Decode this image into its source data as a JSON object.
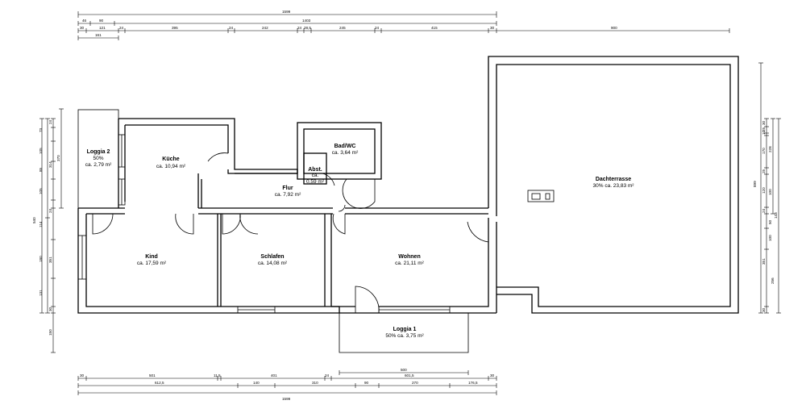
{
  "rooms": {
    "loggia2": {
      "name": "Loggia 2",
      "line1": "50%",
      "line2": "ca. 2,79 m²"
    },
    "kueche": {
      "name": "Küche",
      "area": "ca. 10,94 m²"
    },
    "flur": {
      "name": "Flur",
      "area": "ca. 7,92 m²"
    },
    "abst": {
      "name": "Abst.",
      "line1": "ca.",
      "line2": "0,59 m²"
    },
    "bad": {
      "name": "Bad/WC",
      "area": "ca. 3,64 m²"
    },
    "dachterrasse": {
      "name": "Dachterrasse",
      "area": "30% ca. 23,83 m²"
    },
    "kind": {
      "name": "Kind",
      "area": "ca. 17,59 m²"
    },
    "schlafen": {
      "name": "Schlafen",
      "area": "ca. 14,08 m²"
    },
    "wohnen": {
      "name": "Wohnen",
      "area": "ca. 21,11 m²"
    },
    "loggia1": {
      "name": "Loggia 1",
      "area": "50% ca. 3,75 m²"
    }
  },
  "dimensions": {
    "top_total": "1599",
    "top_sub": "1403",
    "top_r1": [
      "46",
      "90"
    ],
    "top_r2": [
      "30",
      "121",
      "24",
      "395",
      "24",
      "242",
      "24",
      "28,5",
      "245",
      "24",
      "415",
      "30",
      "900"
    ],
    "top_r3": [
      "161"
    ],
    "bottom_r1": [
      "500"
    ],
    "bottom_r2": [
      "30",
      "501",
      "11,5",
      "401",
      "24",
      "601,5",
      "30"
    ],
    "bottom_r3": [
      "612,5",
      "140",
      "310",
      "90",
      "270",
      "176,5"
    ],
    "bottom_total": "1599",
    "left_outer": [
      "24",
      "73",
      "105",
      "85",
      "105",
      "24",
      "114",
      "180",
      "131",
      "30",
      "150"
    ],
    "left_inner": [
      "370",
      "314",
      "540",
      "351"
    ],
    "right_outer": [
      "30",
      "25",
      "10",
      "170",
      "25",
      "120",
      "24",
      "50",
      "100",
      "256",
      "30"
    ],
    "right_inner": [
      "899",
      "228",
      "100",
      "143",
      "351"
    ]
  }
}
